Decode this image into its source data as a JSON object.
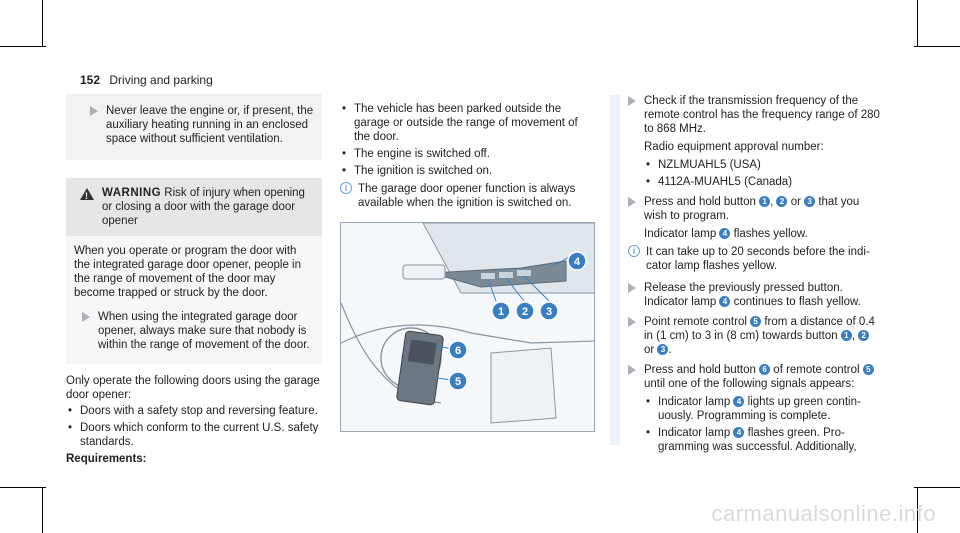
{
  "header": {
    "page_number": "152",
    "section": "Driving and parking"
  },
  "col1": {
    "instr1": "Never leave the engine or, if present, the auxiliary heating running in an enclosed space without sufficient venti­lation.",
    "warning_title": "WARNING",
    "warning_text": "Risk of injury when opening or closing a door with the garage door opener",
    "warning_body": "When you operate or program the door with the integrated garage door opener, people in the range of movement of the door may become trapped or struck by the door.",
    "instr2": "When using the integrated garage door opener, always make sure that nobody is within the range of movement of the door.",
    "only_operate": "Only operate the following doors using the garage door opener:",
    "bullets": [
      "Doors with a safety stop and reversing fea­ture.",
      "Doors which conform to the current U.S. safety standards."
    ],
    "requirements": "Requirements:"
  },
  "col2": {
    "bullets": [
      "The vehicle has been parked outside the garage or outside the range of movement of the door.",
      "The engine is switched off.",
      "The ignition is switched on."
    ],
    "info": "The garage door opener function is always available when the ignition is switched on."
  },
  "col3": {
    "s1": "Check if the transmission frequency of the remote control has the frequency range of 280 to 868 MHz.",
    "radio": "Radio equipment approval number:",
    "radio_items": [
      "NZLMUAHL5 (USA)",
      "4112A-MUAHL5 (Canada)"
    ],
    "s2a": "Press and hold button",
    "s2b": "or",
    "s2c": "that you wish to program.",
    "s2d": "Indicator lamp",
    "s2e": "flashes yellow.",
    "info": "It can take up to 20 seconds before the indi­cator lamp flashes yellow.",
    "s3a": "Release the previously pressed button.",
    "s3b": "Indicator lamp",
    "s3c": "continues to flash yellow.",
    "s4a": "Point remote control",
    "s4b": "from a distance of 0.4 in (1 cm) to 3 in (8 cm) towards button",
    "s4c": "or",
    "s5a": "Press and hold button",
    "s5b": "of remote control",
    "s5c": "until one of the following signals appears:",
    "sub1a": "Indicator lamp",
    "sub1b": "lights up green contin­uously. Programming is complete.",
    "sub2a": "Indicator lamp",
    "sub2b": "flashes green. Pro­gramming was successful. Additionally,"
  },
  "callouts": [
    "1",
    "2",
    "3",
    "4",
    "5",
    "6"
  ],
  "watermark": "carmanualsonline.info"
}
